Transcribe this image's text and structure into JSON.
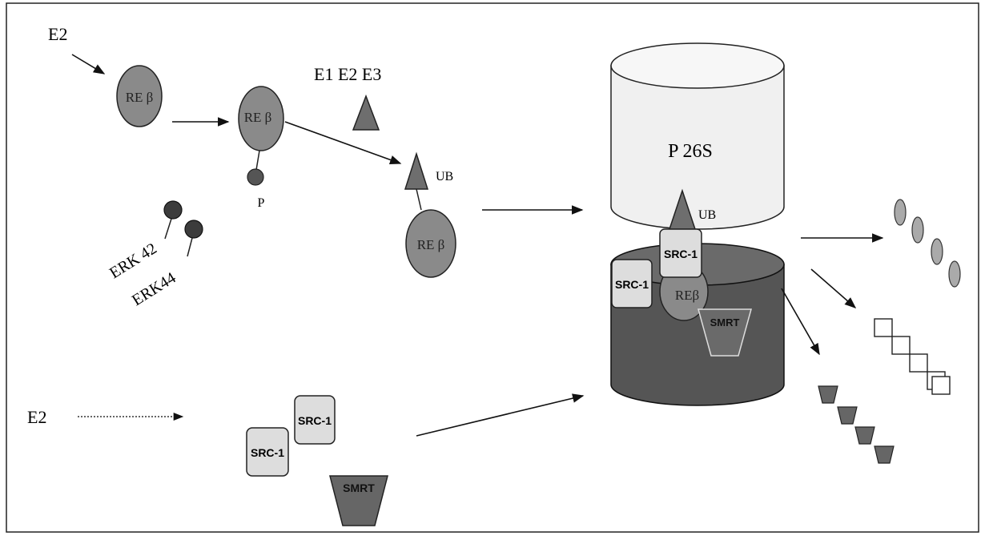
{
  "labels": {
    "e2_top": "E2",
    "e2_bottom": "E2",
    "re_beta_1": "RE β",
    "re_beta_2": "RE β",
    "re_beta_3": "RE β",
    "re_beta_4": "REβ",
    "p_phosphate": "P",
    "enzymes": "E1 E2 E3",
    "ub_1": "UB",
    "ub_2": "UB",
    "erk42": "ERK 42",
    "erk44": "ERK44",
    "proteasome": "P 26S",
    "src1_a": "SRC-1",
    "src1_b": "SRC-1",
    "src1_c": "SRC-1",
    "src1_d": "SRC-1",
    "smrt_a": "SMRT",
    "smrt_b": "SMRT"
  },
  "colors": {
    "re_beta": "#8a8a8a",
    "ub_triangle": "#6e6e6e",
    "erk_ball": "#3c3c3c",
    "proteasome_top": "#f0f0f0",
    "proteasome_bottom": "#555555",
    "src1_box": "#dddddd",
    "smrt_box": "#666666"
  }
}
